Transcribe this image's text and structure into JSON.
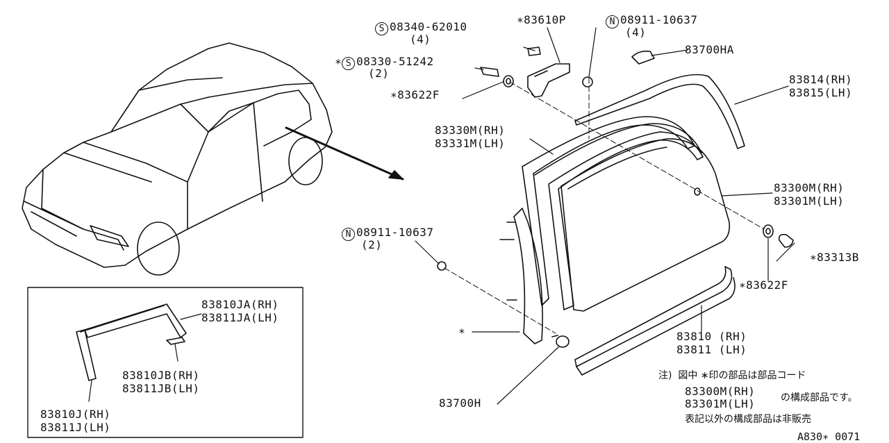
{
  "labels": {
    "s_bolt_4": {
      "symbol": "S",
      "code": "08340-62010",
      "qty": "(4)"
    },
    "hinge": "∗83610P",
    "n_nut_4": {
      "symbol": "N",
      "code": "08911-10637",
      "qty": "(4)"
    },
    "cap_top": "83700HA",
    "s_bolt_2": {
      "prefix": "∗",
      "symbol": "S",
      "code": "08330-51242",
      "qty": "(2)"
    },
    "washer_top": "∗83622F",
    "molding_top": {
      "rh": "83814(RH)",
      "lh": "83815(LH)"
    },
    "seal": {
      "rh": "83330M(RH)",
      "lh": "83331M(LH)"
    },
    "glass": {
      "rh": "83300M(RH)",
      "lh": "83301M(LH)"
    },
    "n_nut_2": {
      "symbol": "N",
      "code": "08911-10637",
      "qty": "(2)"
    },
    "fastener_right": "∗83313B",
    "washer_right": "∗83622F",
    "pillar": "∗",
    "molding_bottom": {
      "rh": "83810 (RH)",
      "lh": "83811 (LH)"
    },
    "cap_bottom": "83700H"
  },
  "inset": {
    "ja": {
      "rh": "83810JA(RH)",
      "lh": "83811JA(LH)"
    },
    "jb": {
      "rh": "83810JB(RH)",
      "lh": "83811JB(LH)"
    },
    "j": {
      "rh": "83810J(RH)",
      "lh": "83811J(LH)"
    }
  },
  "note": {
    "line1": "注)  図中 ∗印の部品は部品コード",
    "line2a": "83300M(RH)",
    "line2b": "83301M(LH)",
    "line2c": "の構成部品です。",
    "line3": "表記以外の構成部品は非販売"
  },
  "diagram_code": "A830∗ 0071"
}
